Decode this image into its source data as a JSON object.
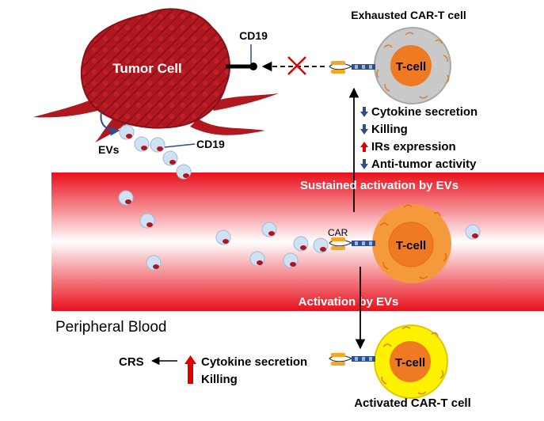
{
  "tumor": {
    "label": "Tumor Cell",
    "receptor_label": "CD19",
    "evs_label": "EVs",
    "ev_cd19_label": "CD19"
  },
  "blood": {
    "label": "Peripheral Blood",
    "sustained_label": "Sustained activation by EVs",
    "activation_label": "Activation by EVs"
  },
  "exhausted": {
    "title": "Exhausted CAR-T cell",
    "cell_label": "T-cell",
    "effects": [
      {
        "text": "Cytokine secretion",
        "direction": "down"
      },
      {
        "text": "Killing",
        "direction": "down"
      },
      {
        "text": "IRs expression",
        "direction": "up"
      },
      {
        "text": "Anti-tumor activity",
        "direction": "down"
      }
    ]
  },
  "middle_cell": {
    "cell_label": "T-cell",
    "car_label": "CAR"
  },
  "activated": {
    "title": "Activated CAR-T cell",
    "cell_label": "T-cell",
    "crs_label": "CRS",
    "effects": [
      "Cytokine secretion",
      "Killing"
    ]
  },
  "colors": {
    "tumor": "#b0171f",
    "blood": "#e8101c",
    "ev_fill": "#cfe2f3",
    "ev_dot": "#b3141c",
    "arrow_down": "#2e4d8a",
    "arrow_up": "#e00000",
    "nucleus": "#f07a22",
    "exhausted_cell": "#c9c9c9",
    "activated_cell": "#fff200"
  }
}
